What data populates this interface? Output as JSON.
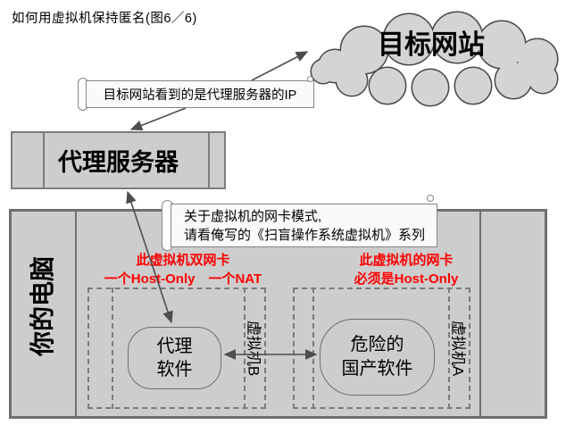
{
  "title": "如何用虚拟机保持匿名(图6／6)",
  "cloud": {
    "label": "目标网站"
  },
  "notes": {
    "note1": {
      "text": "目标网站看到的是代理服务器的IP"
    },
    "note2": {
      "line1": "关于虚拟机的网卡模式,",
      "line2": "请看俺写的《扫盲操作系统虚拟机》系列"
    }
  },
  "proxy_server": {
    "label": "代理服务器"
  },
  "computer": {
    "label": "你的电脑",
    "vm_b": {
      "label": "虚拟机B",
      "warning_line1": "此虚拟机双网卡",
      "warning_line2": "一个Host-Only　一个NAT",
      "software": {
        "line1": "代理",
        "line2": "软件"
      }
    },
    "vm_a": {
      "label": "虚拟机A",
      "warning_line1": "此虚拟机的网卡",
      "warning_line2": "必须是Host-Only",
      "software": {
        "line1": "危险的",
        "line2": "国产软件"
      }
    }
  },
  "colors": {
    "box_fill": "#cdcdcd",
    "box_border": "#7c7c7c",
    "cloud_fill": "#d4d4d4",
    "cloud_stroke": "#4a4a4a",
    "arrow": "#4d4d4d",
    "warning_text": "#ff0000",
    "note_fill": "#fafafa"
  }
}
